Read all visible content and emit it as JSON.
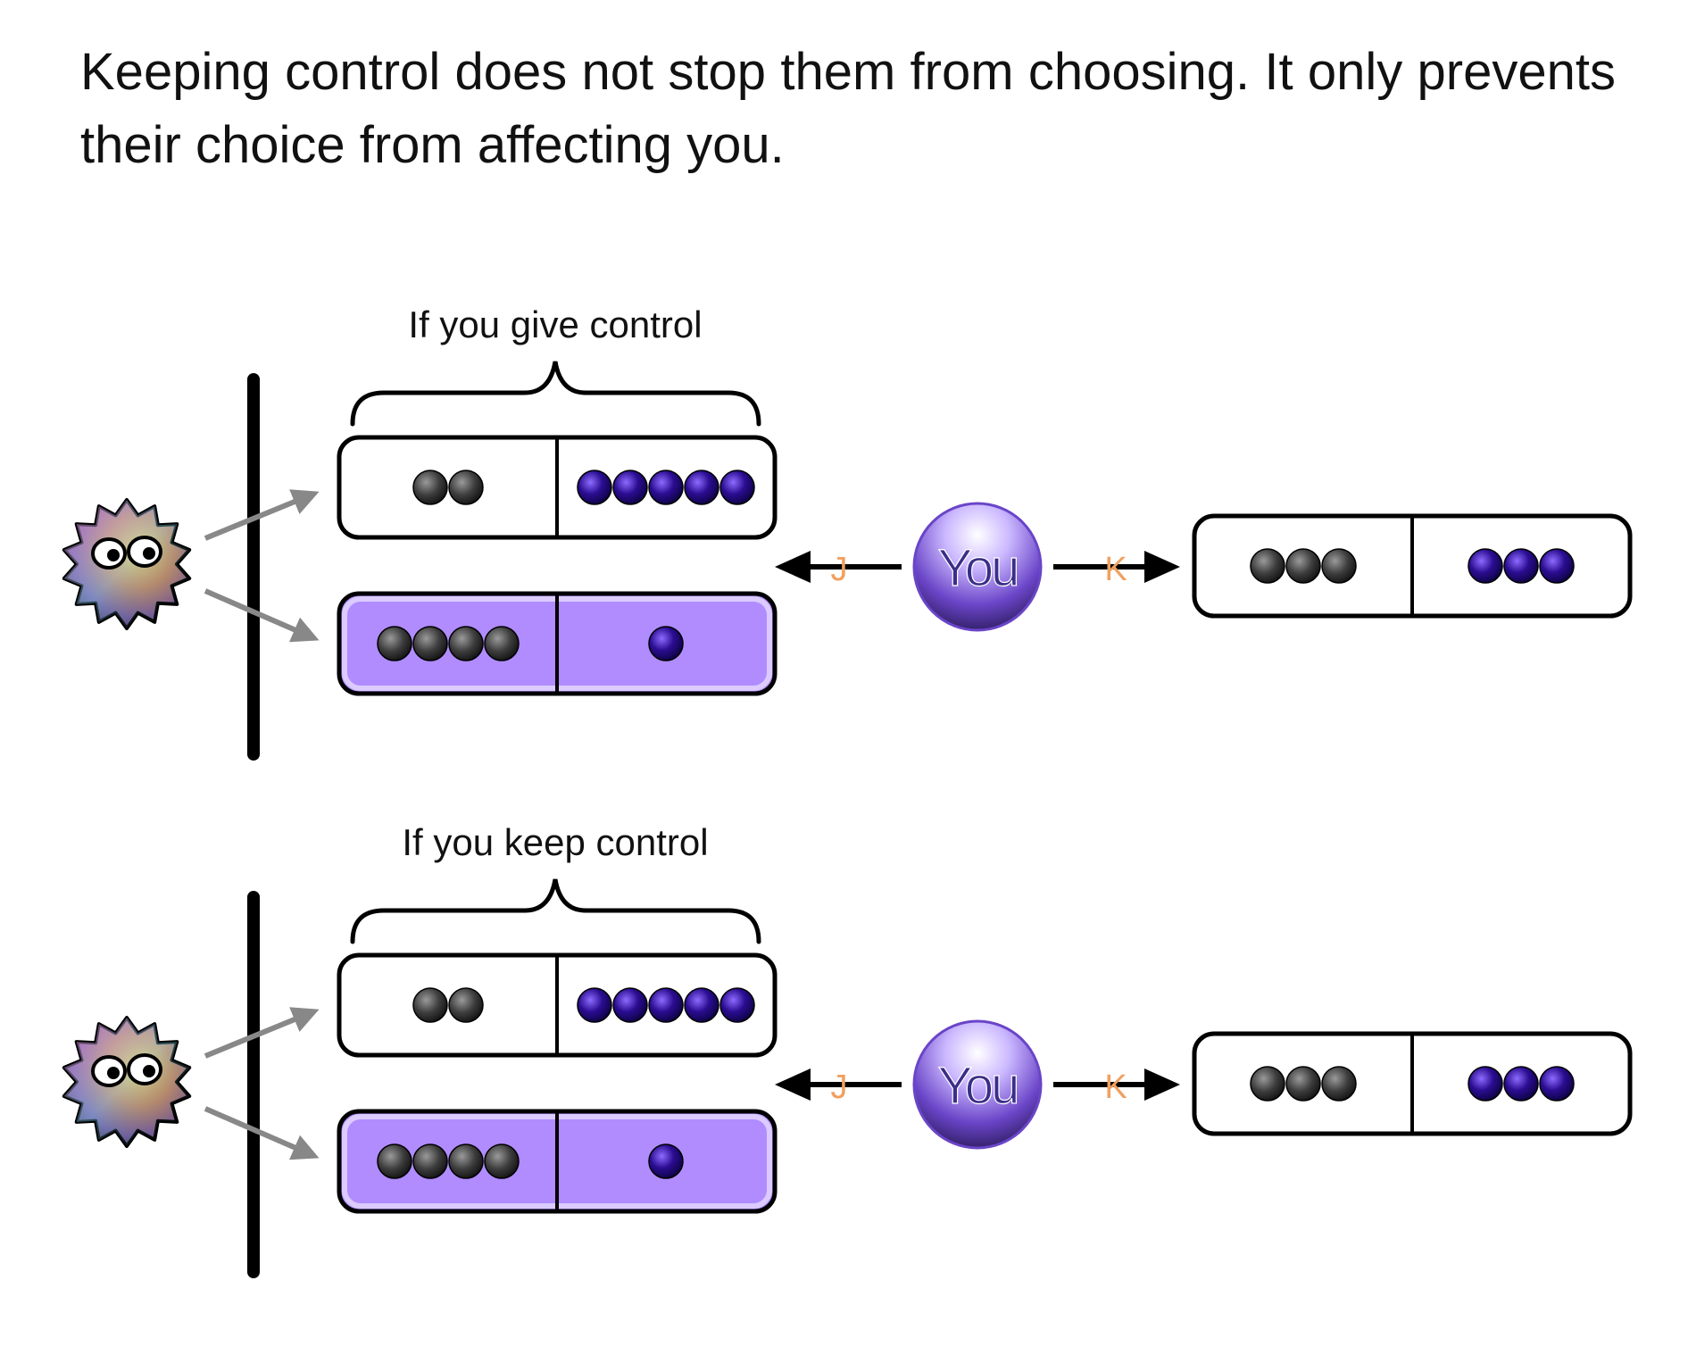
{
  "instruction": "Keeping control does not stop them from choosing.  It only prevents their choice from affecting you.",
  "agent_label": "You",
  "key_left": "J",
  "key_right": "K",
  "colors": {
    "highlight_fill": "#b08cff",
    "dark_token": "#3a3a3a",
    "purple_token": "#2a0a8a",
    "key_color": "#f0a060",
    "you_sphere": "#7a55d8"
  },
  "panels": [
    {
      "caption": "If you give control",
      "partner_options": [
        {
          "dark_tokens": 2,
          "purple_tokens": 5,
          "highlighted": false
        },
        {
          "dark_tokens": 4,
          "purple_tokens": 1,
          "highlighted": true
        }
      ],
      "self_option": {
        "dark_tokens": 3,
        "purple_tokens": 3
      }
    },
    {
      "caption": "If you keep control",
      "partner_options": [
        {
          "dark_tokens": 2,
          "purple_tokens": 5,
          "highlighted": false
        },
        {
          "dark_tokens": 4,
          "purple_tokens": 1,
          "highlighted": true
        }
      ],
      "self_option": {
        "dark_tokens": 3,
        "purple_tokens": 3
      }
    }
  ]
}
